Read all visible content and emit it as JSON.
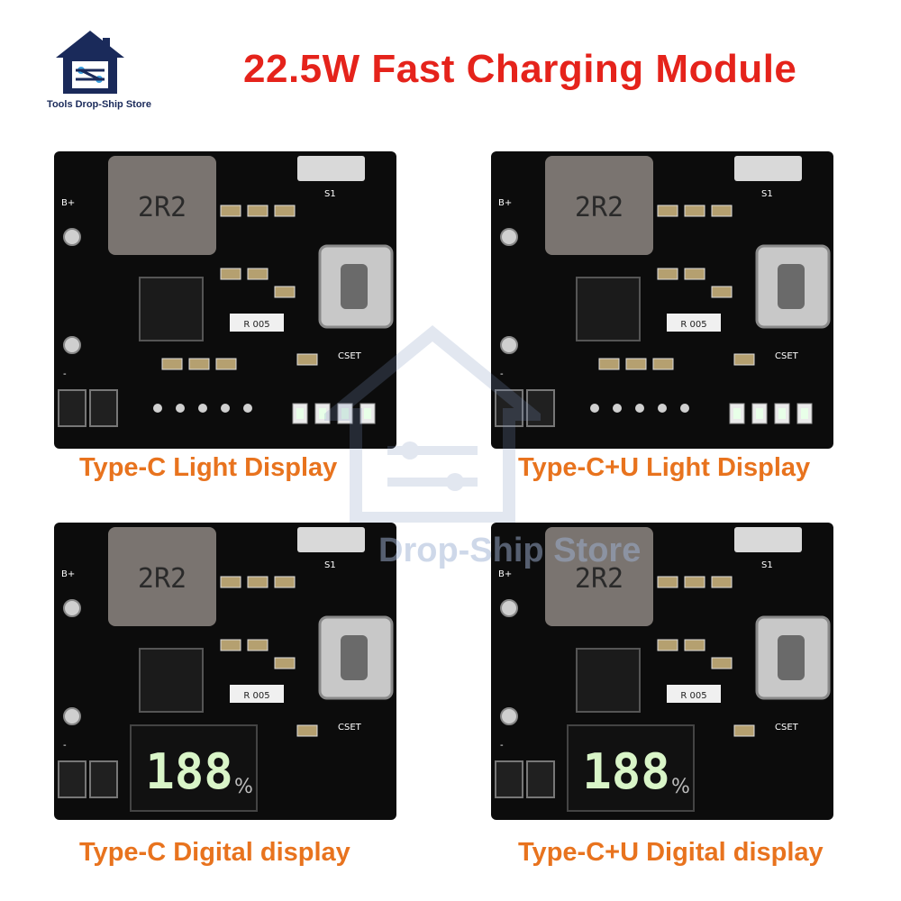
{
  "store": {
    "name": "Tools Drop-Ship Store",
    "logo_icon": "house-circuit-icon",
    "watermark_text": "Drop-Ship Store"
  },
  "title": "22.5W Fast Charging  Module",
  "colors": {
    "title": "#e5231b",
    "caption": "#e8731e",
    "pcb": "#0c0c0c",
    "led": "#e8ffe8"
  },
  "variants": [
    {
      "caption": "Type-C Light Display",
      "inductor": "2R2",
      "resistor": "R 005",
      "display": "leds"
    },
    {
      "caption": "Type-C+U Light Display",
      "inductor": "2R2",
      "resistor": "R 005",
      "display": "leds"
    },
    {
      "caption": "Type-C Digital display",
      "inductor": "2R2",
      "resistor": "R 005",
      "display": "digital",
      "digits": "188",
      "percent": "%"
    },
    {
      "caption": "Type-C+U Digital display",
      "inductor": "2R2",
      "resistor": "R 005",
      "display": "digital",
      "digits": "188",
      "percent": "%"
    }
  ],
  "silkscreen": {
    "b_plus": "B+",
    "minus": "-",
    "switch": "S1",
    "cset": "CSET"
  }
}
